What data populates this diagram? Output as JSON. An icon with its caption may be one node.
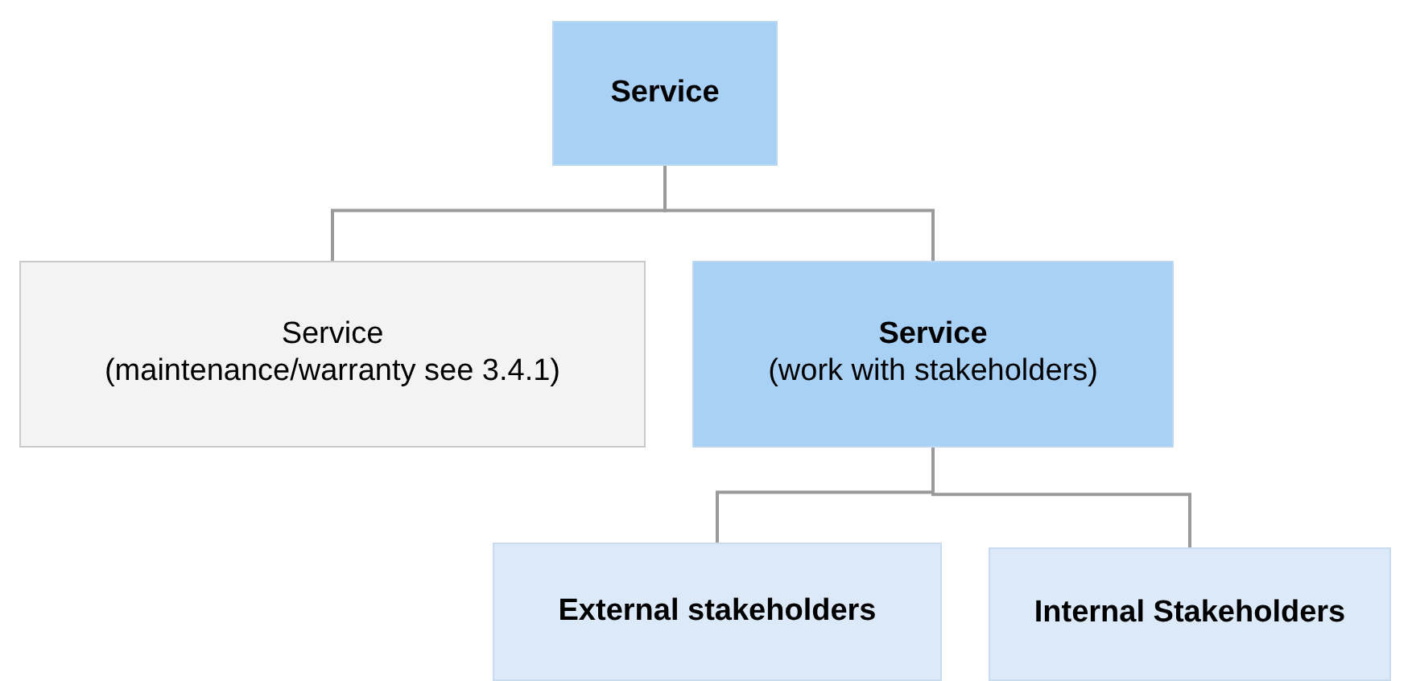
{
  "diagram": {
    "nodes": [
      {
        "text": [
          "Service"
        ]
      },
      {
        "text": [
          "Service",
          "(maintenance/warranty see 3.4.1)"
        ]
      },
      {
        "text": [
          "Service",
          "(work with stakeholders)"
        ]
      },
      {
        "text": [
          "External stakeholders"
        ]
      },
      {
        "text": [
          "Internal Stakeholders"
        ]
      }
    ],
    "edges": [
      {
        "from": 0,
        "to": 1,
        "arrow": "none"
      },
      {
        "from": 0,
        "to": 2,
        "arrow": "none"
      },
      {
        "from": 2,
        "to": 3,
        "arrow": "none"
      },
      {
        "from": 2,
        "to": 4,
        "arrow": "none"
      }
    ]
  }
}
